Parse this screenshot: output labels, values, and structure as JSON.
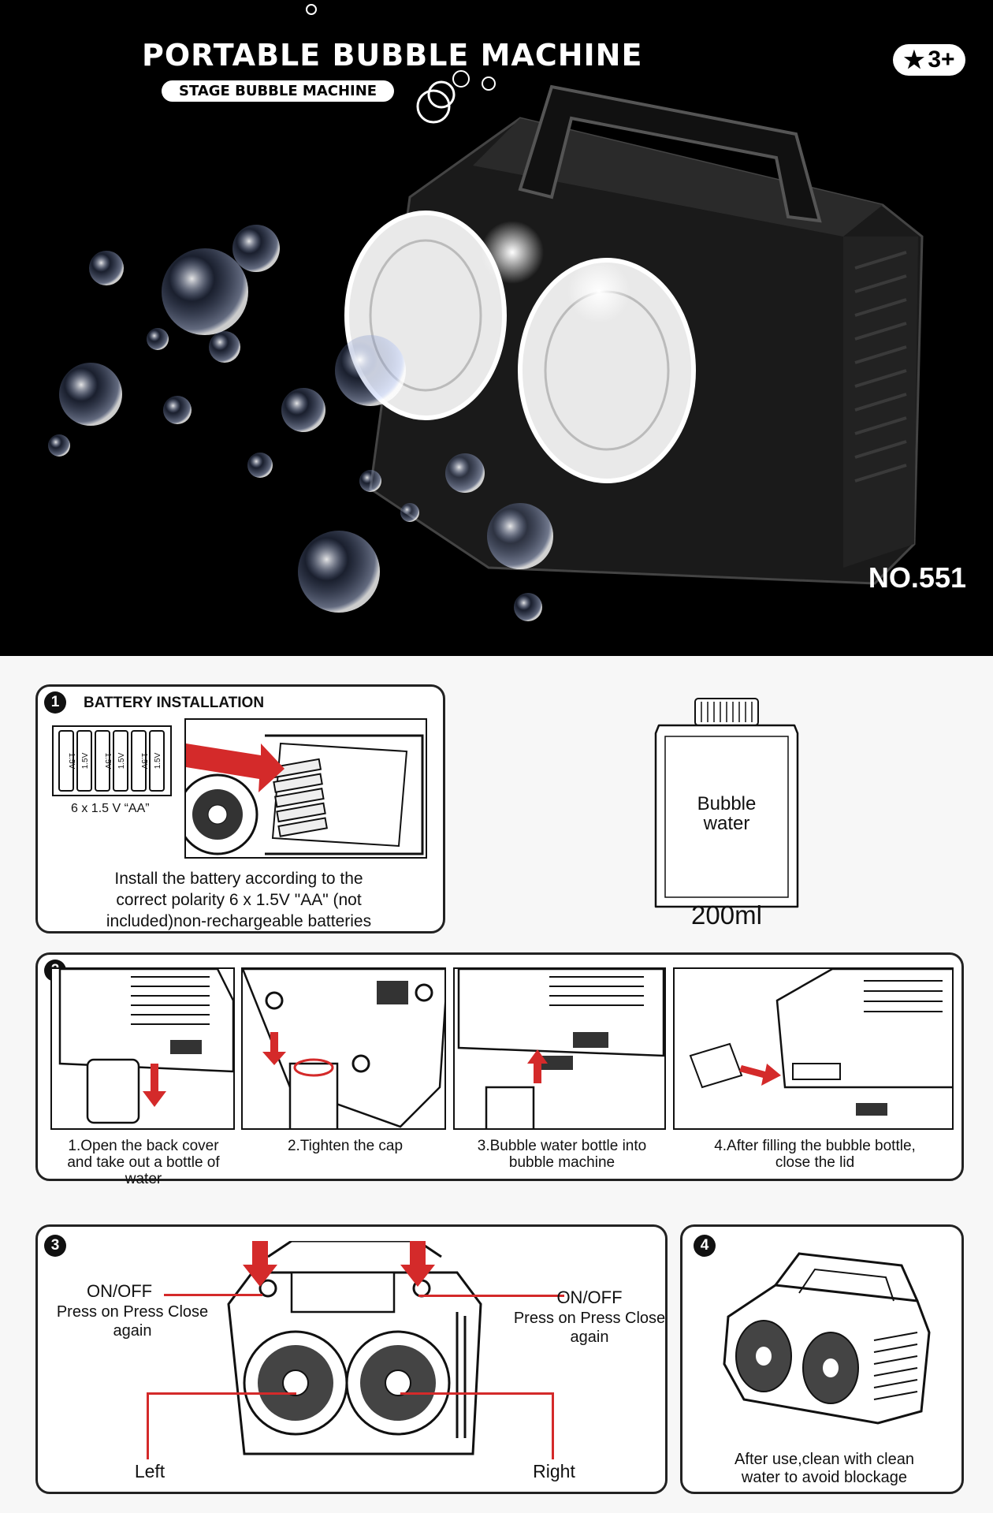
{
  "header": {
    "title": "PORTABLE BUBBLE MACHINE",
    "subtitle": "STAGE BUBBLE MACHINE",
    "age_badge": "3+",
    "model_number": "NO.551"
  },
  "colors": {
    "accent_red": "#d42a2a",
    "background_dark": "#000000",
    "panel_border": "#222222"
  },
  "battery": {
    "step_number": "1",
    "heading": "BATTERY INSTALLATION",
    "battery_label": "1.5V",
    "battery_spec": "6 x 1.5 V “AA”",
    "instruction": "Install the battery according to the correct polarity 6 x 1.5V \"AA\" (not included)non-rechargeable batteries"
  },
  "bottle": {
    "label": "Bubble water",
    "volume": "200ml"
  },
  "refill": {
    "step_number": "2",
    "steps": [
      "1.Open the back cover and take out a bottle of water",
      "2.Tighten the cap",
      "3.Bubble water bottle into bubble machine",
      "4.After filling the bubble bottle, close the lid"
    ]
  },
  "controls": {
    "step_number": "3",
    "left_switch": {
      "title": "ON/OFF",
      "desc": "Press on Press Close again"
    },
    "right_switch": {
      "title": "ON/OFF",
      "desc": "Press on Press Close again"
    },
    "left_label": "Left",
    "right_label": "Right"
  },
  "cleaning": {
    "step_number": "4",
    "instruction": "After use,clean with clean water to avoid blockage"
  }
}
